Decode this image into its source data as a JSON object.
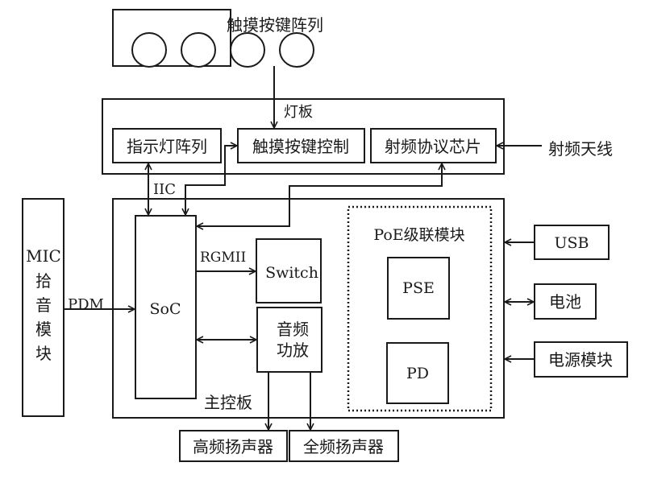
{
  "diagram": {
    "touch_key_array": {
      "label": "触摸按键阵列",
      "button_count": 4
    },
    "light_board": {
      "label": "灯板",
      "blocks": {
        "indicator_array": "指示灯阵列",
        "touch_key_control": "触摸按键控制",
        "rf_protocol_chip": "射频协议芯片"
      }
    },
    "rf_antenna": "射频天线",
    "mic_module": {
      "lines": [
        "MIC",
        "拾",
        "音",
        "模",
        "块"
      ]
    },
    "main_board": {
      "label": "主控板",
      "soc": "SoC",
      "switch": "Switch",
      "audio_amp": {
        "lines": [
          "音频",
          "功放"
        ]
      },
      "poe_module": {
        "label": "PoE级联模块",
        "pse": "PSE",
        "pd": "PD"
      }
    },
    "external": {
      "usb": "USB",
      "battery": "电池",
      "power_module": "电源模块",
      "high_freq_speaker": "高频扬声器",
      "full_range_speaker": "全频扬声器"
    },
    "connections": {
      "iic": "IIC",
      "pdm": "PDM",
      "rgmii": "RGMII"
    }
  }
}
